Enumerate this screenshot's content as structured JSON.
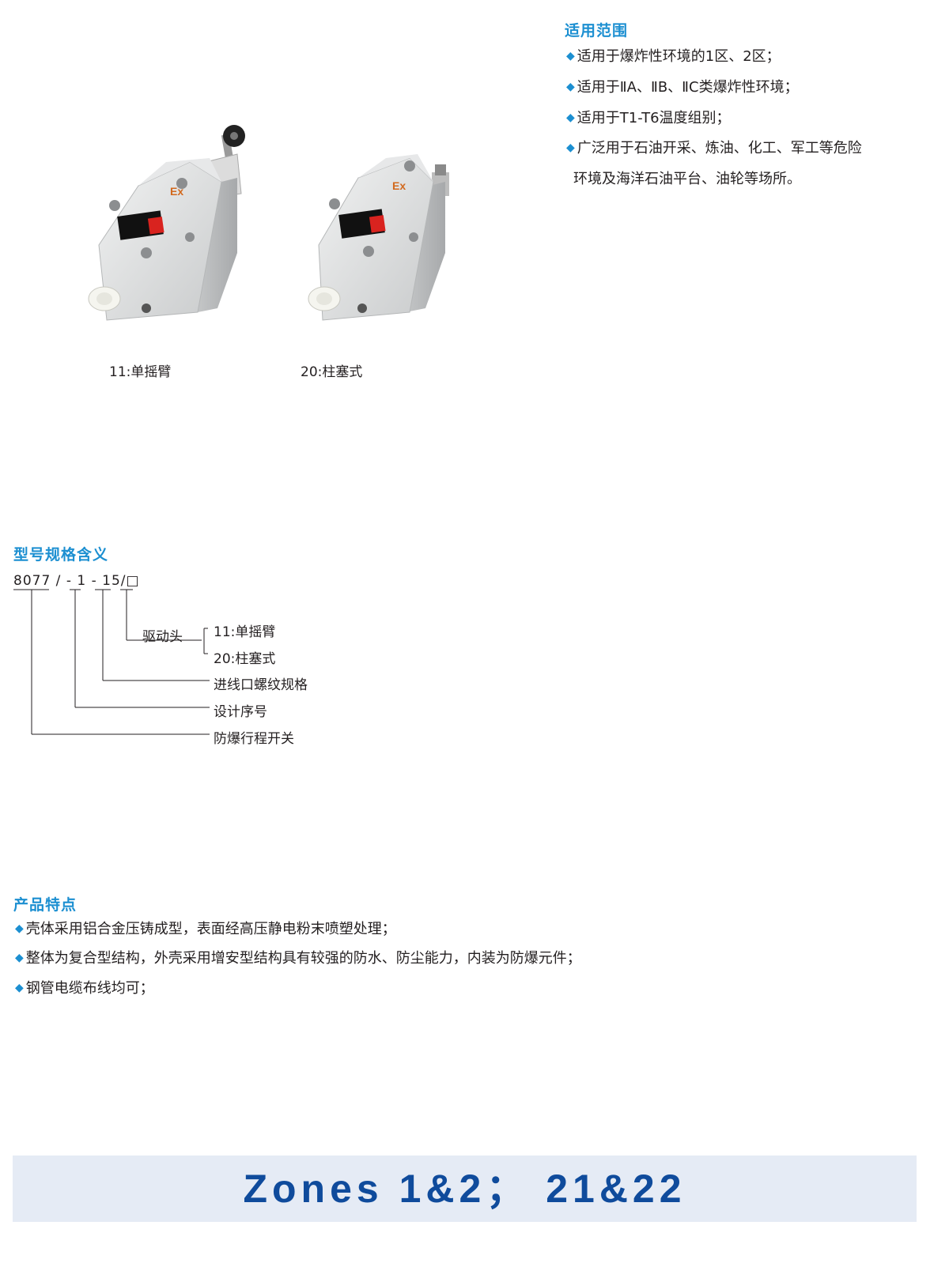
{
  "scope": {
    "heading": "适用范围",
    "items": [
      "适用于爆炸性环境的1区、2区；",
      "适用于ⅡA、ⅡB、ⅡC类爆炸性环境；",
      "适用于T1-T6温度组别；",
      "广泛用于石油开采、炼油、化工、军工等危险"
    ],
    "item4_cont": "环境及海洋石油平台、油轮等场所。"
  },
  "products": [
    {
      "caption": "11:单摇臂",
      "icon": "lever-arm-switch-photo"
    },
    {
      "caption": "20:柱塞式",
      "icon": "plunger-switch-photo"
    }
  ],
  "model": {
    "heading": "型号规格含义",
    "code_parts": [
      "8077",
      "/",
      "-",
      "1",
      "-",
      "15/",
      "□"
    ],
    "labels": {
      "actuator": "驱动头",
      "opt1": "11:单摇臂",
      "opt2": "20:柱塞式",
      "thread": "进线口螺纹规格",
      "design": "设计序号",
      "product": "防爆行程开关"
    }
  },
  "features": {
    "heading": "产品特点",
    "items": [
      "壳体采用铝合金压铸成型，表面经高压静电粉末喷塑处理；",
      "整体为复合型结构，外壳采用增安型结构具有较强的防水、防尘能力，内装为防爆元件；",
      "钢管电缆布线均可；"
    ]
  },
  "footer": {
    "text": "Zones 1&2；  21&22",
    "band_color": "#e5ebf5",
    "text_color": "#0f4b9c"
  },
  "colors": {
    "accent": "#1c8fd1",
    "label_red": "#d9231f",
    "ex_orange": "#d2691e"
  }
}
